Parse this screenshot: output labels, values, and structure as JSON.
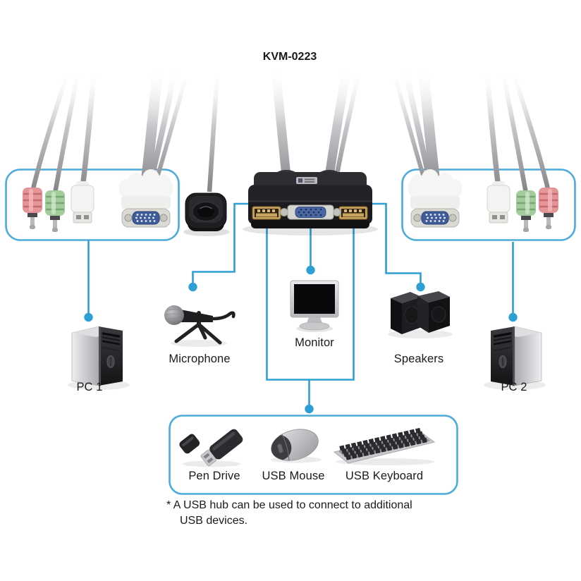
{
  "title": "KVM-0223",
  "devices": {
    "pc1": "PC 1",
    "microphone": "Microphone",
    "monitor": "Monitor",
    "speakers": "Speakers",
    "pc2": "PC 2",
    "pen_drive": "Pen Drive",
    "usb_mouse": "USB Mouse",
    "usb_keyboard": "USB Keyboard"
  },
  "footnote": {
    "line1": "* A USB hub can be used to connect to additional",
    "line2": "USB devices."
  },
  "colors": {
    "line-blue": "#2d9fd6",
    "box-border": "#4aabdc",
    "label-text": "#1a1a1a"
  }
}
